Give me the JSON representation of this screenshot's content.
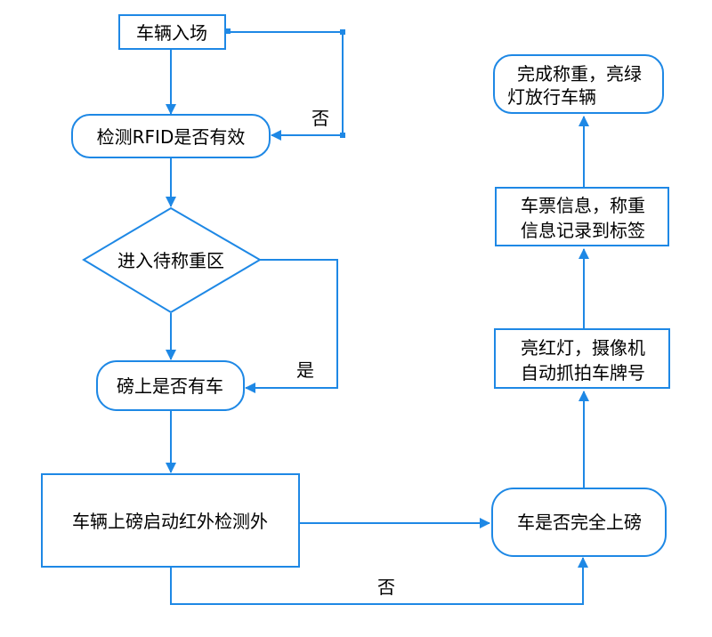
{
  "nodes": {
    "vehicle_enter": "车辆入场",
    "check_rfid": "检测RFID是否有效",
    "enter_weigh_zone": "进入待称重区",
    "car_on_scale": "磅上是否有车",
    "infrared_start": "车辆上磅启动红外检测外",
    "fully_on_scale": "车是否完全上磅",
    "light_camera": [
      "亮红灯，摄像机",
      "自动抓拍车牌号"
    ],
    "record_ticket": [
      "车票信息，称重",
      "信息记录到标签"
    ],
    "complete_weigh": [
      "完成称重，亮绿",
      "灯放行车辆"
    ]
  },
  "edge_labels": {
    "rfid_no": "否",
    "zone_yes": "是",
    "bottom_no": "否"
  },
  "colors": {
    "line": "#1e88e5",
    "text": "#000000",
    "background": "#ffffff"
  }
}
